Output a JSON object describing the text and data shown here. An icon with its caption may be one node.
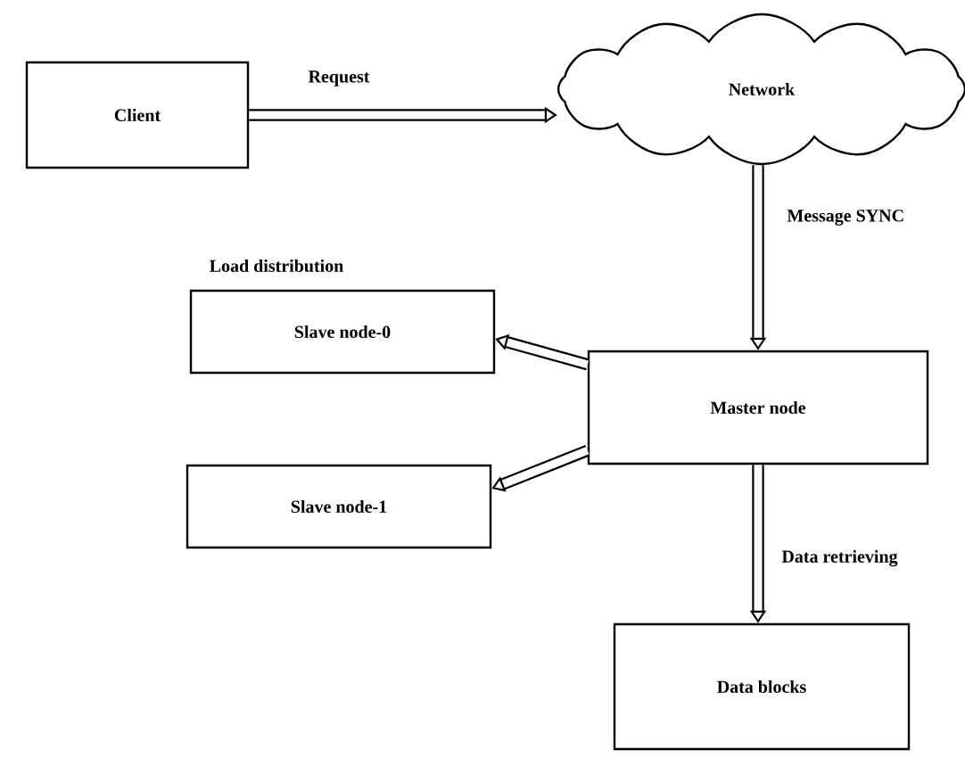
{
  "diagram": {
    "nodes": [
      {
        "text": [
          "Client"
        ]
      },
      {
        "text": [
          "Network"
        ]
      },
      {
        "text": [
          "Master node"
        ]
      },
      {
        "text": [
          "Slave node-0"
        ]
      },
      {
        "text": [
          "Slave node-1"
        ]
      },
      {
        "text": [
          "Data blocks"
        ]
      }
    ],
    "edges": [
      {
        "from": 0,
        "to": 1,
        "arrow": "to",
        "label": "Request"
      },
      {
        "from": 1,
        "to": 2,
        "arrow": "to",
        "label": "Message SYNC"
      },
      {
        "from": 2,
        "to": 3,
        "arrow": "to"
      },
      {
        "from": 2,
        "to": 4,
        "arrow": "to"
      },
      {
        "from": 2,
        "to": 5,
        "arrow": "to",
        "label": "Data retrieving"
      }
    ],
    "labels": [
      "Load distribution"
    ]
  }
}
